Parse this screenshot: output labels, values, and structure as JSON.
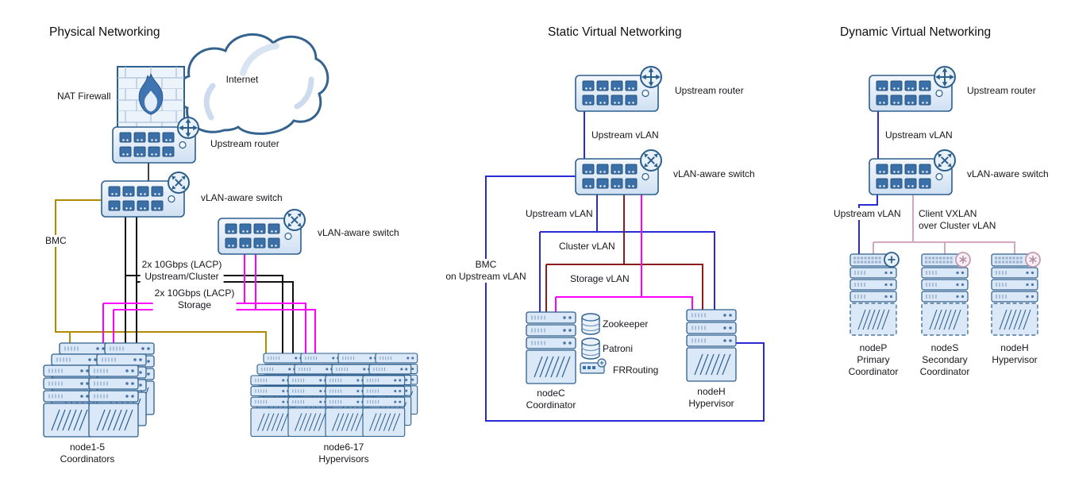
{
  "colors": {
    "outline": "#2d5f8d",
    "device_fill": "#dbe8f8",
    "bmc_wire": "#b08d00",
    "cluster_upstream_wire": "#111111",
    "storage_wire": "#ff00ff",
    "upstream_vlan_wire": "#2b2bd5",
    "cluster_vlan_wire": "#8e1b1b",
    "storage_vlan_wire": "#ff00ff",
    "vxlan_wire": "#d5a6bd"
  },
  "icons": {
    "router_icon": "circle with four-direction arrows",
    "switch_icon": "circle with crossed double arrows",
    "firewall_icon": "flame on brick wall",
    "internet_icon": "cloud",
    "primary_icon": "plus in circle",
    "standby_icon": "gear in circle",
    "database_icon": "striped cylinder"
  },
  "physical": {
    "title": "Physical Networking",
    "internet": "Internet",
    "nat_firewall": "NAT Firewall",
    "upstream_router": "Upstream router",
    "vlan_switch_1": "vLAN-aware switch",
    "vlan_switch_2": "vLAN-aware switch",
    "bmc": "BMC",
    "lacp_upstream": "2x 10Gbps (LACP)\nUpstream/Cluster",
    "lacp_storage": "2x 10Gbps (LACP)\nStorage",
    "coordinators": "node1-5\nCoordinators",
    "hypervisors": "node6-17\nHypervisors"
  },
  "static_virtual": {
    "title": "Static Virtual Networking",
    "upstream_router": "Upstream router",
    "upstream_vlan_link": "Upstream vLAN",
    "vlan_switch": "vLAN-aware switch",
    "upstream_vlan": "Upstream vLAN",
    "cluster_vlan": "Cluster vLAN",
    "storage_vlan": "Storage vLAN",
    "bmc": "BMC\non Upstream vLAN",
    "zookeeper": "Zookeeper",
    "patroni": "Patroni",
    "frrouting": "FRRouting",
    "node_c": "nodeC\nCoordinator",
    "node_h": "nodeH\nHypervisor"
  },
  "dynamic_virtual": {
    "title": "Dynamic Virtual Networking",
    "upstream_router": "Upstream router",
    "upstream_vlan_link": "Upstream vLAN",
    "vlan_switch": "vLAN-aware switch",
    "upstream_vlan": "Upstream vLAN",
    "client_vxlan": "Client VXLAN\nover Cluster vLAN",
    "node_p": "nodeP\nPrimary\nCoordinator",
    "node_s": "nodeS\nSecondary\nCoordinator",
    "node_h": "nodeH\nHypervisor"
  }
}
